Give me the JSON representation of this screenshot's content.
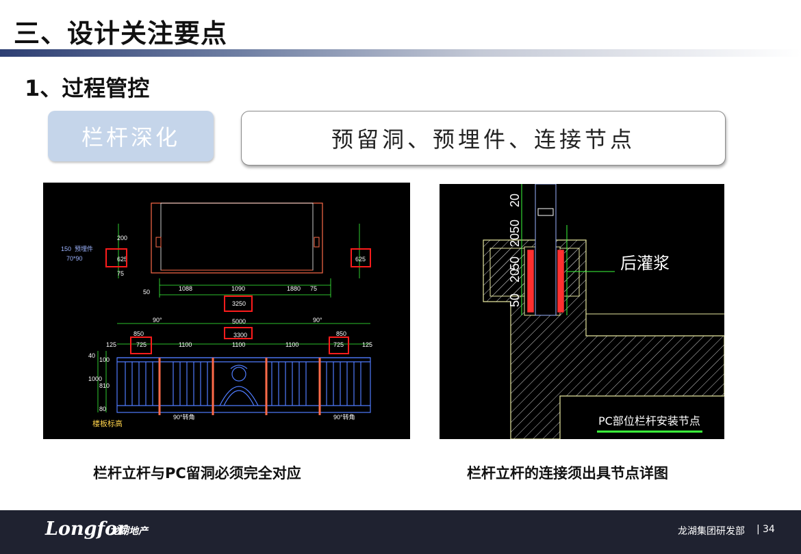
{
  "header": {
    "title": "三、设计关注要点",
    "subtitle": "1、过程管控"
  },
  "tag": {
    "label": "栏杆深化"
  },
  "topic": {
    "label": "预留洞、预埋件、连接节点"
  },
  "drawing_left": {
    "note_top": "150",
    "note_top_suffix": "预埋件",
    "note_bottom": "70*90",
    "dims_top": [
      "1088",
      "1090",
      "1880",
      "75",
      "50",
      "3250"
    ],
    "dims_side": [
      "625",
      "625",
      "75",
      "200"
    ],
    "dims_rail": [
      "5000",
      "3300",
      "850",
      "850",
      "1100",
      "1100",
      "1100",
      "125",
      "125",
      "725",
      "725"
    ],
    "angles": [
      "90°",
      "90°"
    ],
    "angle_notes": [
      "90°转角",
      "90°转角"
    ],
    "heights": [
      "1000",
      "810",
      "100",
      "40",
      "80"
    ],
    "floor_label": "楼板标高",
    "colors": {
      "frame": "#ff6b4a",
      "dim": "#3cff3c",
      "rail": "#4f7cff",
      "highlight": "#ff1c1c"
    }
  },
  "drawing_right": {
    "dims": [
      "50",
      "20",
      "50",
      "20",
      "50",
      "20"
    ],
    "grout_label": "后灌浆",
    "node_label": "PC部位栏杆安装节点",
    "colors": {
      "wall": "#e8e8a0",
      "rebar": "#ff3030",
      "line": "#3cff3c"
    }
  },
  "captions": {
    "left": "栏杆立杆与PC留洞必须完全对应",
    "right": "栏杆立杆的连接须出具节点详图"
  },
  "footer": {
    "logo": "Longfor",
    "logo_sub": "龙湖地产",
    "department": "龙湖集团研发部",
    "separator": "|",
    "page_number": "34"
  }
}
